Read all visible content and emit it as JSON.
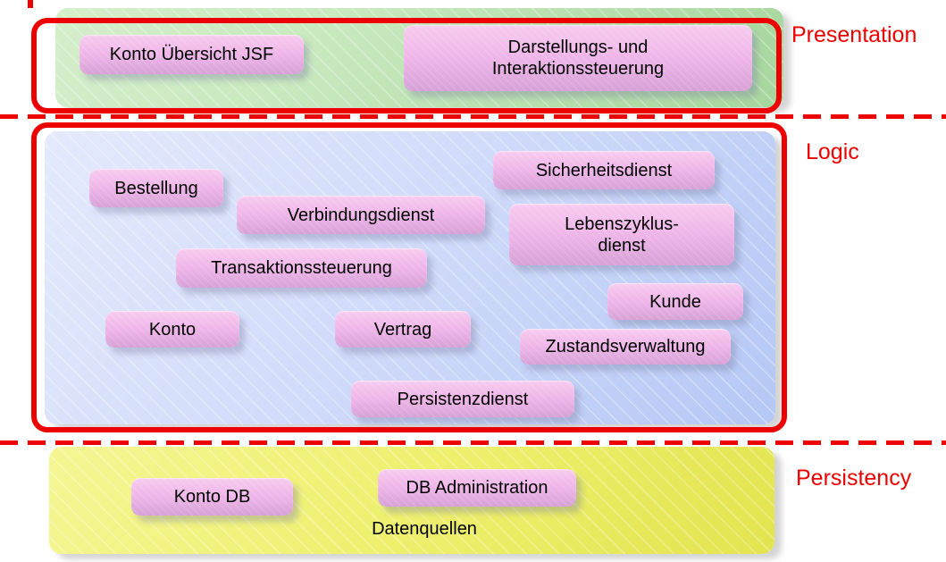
{
  "colors": {
    "accent_red": "#ec0000",
    "presentation_green": "#b9e2b0",
    "logic_blue": "#cdd9f9",
    "persistency_yellow": "#eef06e",
    "node_pink": "#eeb5e8",
    "node_text": "#000000"
  },
  "layers": [
    {
      "name": "Presentation",
      "boxes": [
        {
          "label": "Konto Übersicht JSF"
        },
        {
          "lines": [
            "Darstellungs- und",
            "Interaktionssteuerung"
          ]
        }
      ]
    },
    {
      "name": "Logic",
      "boxes": [
        {
          "label": "Bestellung"
        },
        {
          "label": "Verbindungsdienst"
        },
        {
          "label": "Sicherheitsdienst"
        },
        {
          "lines": [
            "Lebenszyklus-",
            "dienst"
          ]
        },
        {
          "label": "Transaktionssteuerung"
        },
        {
          "label": "Kunde"
        },
        {
          "label": "Konto"
        },
        {
          "label": "Vertrag"
        },
        {
          "label": "Zustandsverwaltung"
        },
        {
          "label": "Persistenzdienst"
        }
      ]
    },
    {
      "name": "Persistency",
      "boxes": [
        {
          "label": "Konto DB"
        },
        {
          "label": "DB Administration"
        }
      ],
      "caption": "Datenquellen"
    }
  ]
}
